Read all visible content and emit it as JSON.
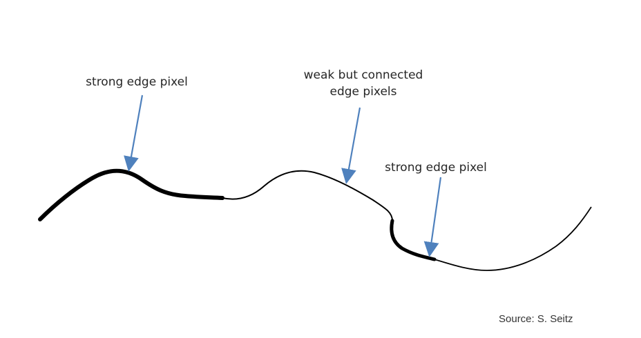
{
  "labels": {
    "strong_left": "strong edge pixel",
    "weak_line_1": "weak but connected",
    "weak_line_2": "edge pixels",
    "strong_right": "strong edge pixel"
  },
  "source": "Source: S. Seitz",
  "colors": {
    "arrow": "#4f81bd",
    "curve": "#000000",
    "text": "#262626"
  }
}
